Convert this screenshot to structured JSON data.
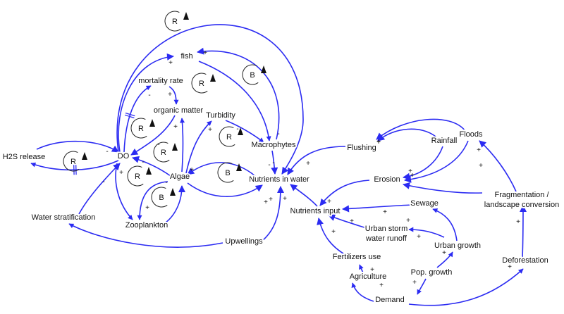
{
  "diagram": {
    "type": "causal-loop-diagram",
    "colors": {
      "edge": "#2b2bf2",
      "text": "#111111",
      "loop_marker": "#222222",
      "background": "#ffffff"
    },
    "nodes": [
      {
        "id": "h2s",
        "label": "H2S release"
      },
      {
        "id": "do",
        "label": "DO"
      },
      {
        "id": "fish",
        "label": "fish"
      },
      {
        "id": "mortality",
        "label": "mortality rate"
      },
      {
        "id": "organic",
        "label": "organic matter"
      },
      {
        "id": "turbidity",
        "label": "Turbidity"
      },
      {
        "id": "macrophytes",
        "label": "Macrophytes"
      },
      {
        "id": "algae",
        "label": "Algae"
      },
      {
        "id": "zooplankton",
        "label": "Zooplankton"
      },
      {
        "id": "stratification",
        "label": "Water stratification"
      },
      {
        "id": "upwellings",
        "label": "Upwellings"
      },
      {
        "id": "nutrients_water",
        "label": "Nutrients in water"
      },
      {
        "id": "nutrients_input",
        "label": "Nutrients input"
      },
      {
        "id": "flushing",
        "label": "Flushing"
      },
      {
        "id": "rainfall",
        "label": "Rainfall"
      },
      {
        "id": "floods",
        "label": "Floods"
      },
      {
        "id": "erosion",
        "label": "Erosion"
      },
      {
        "id": "fragmentation",
        "label": "Fragmentation /",
        "label2": "landscape conversion"
      },
      {
        "id": "sewage",
        "label": "Sewage"
      },
      {
        "id": "stormwater",
        "label": "Urban storm",
        "label2": "water runoff"
      },
      {
        "id": "urban_growth",
        "label": "Urban growth"
      },
      {
        "id": "fertilizers",
        "label": "Fertilizers use"
      },
      {
        "id": "agriculture",
        "label": "Agriculture"
      },
      {
        "id": "pop_growth",
        "label": "Pop. growth"
      },
      {
        "id": "deforestation",
        "label": "Deforestation"
      },
      {
        "id": "demand",
        "label": "Demand"
      }
    ],
    "edges": [
      {
        "from": "h2s",
        "to": "do",
        "polarity": "-"
      },
      {
        "from": "do",
        "to": "h2s",
        "polarity": "-",
        "delay": true
      },
      {
        "from": "do",
        "to": "fish",
        "polarity": "+"
      },
      {
        "from": "do",
        "to": "mortality",
        "polarity": "-",
        "delay": true
      },
      {
        "from": "mortality",
        "to": "organic",
        "polarity": "+"
      },
      {
        "from": "organic",
        "to": "do",
        "polarity": "-"
      },
      {
        "from": "do",
        "to": "zooplankton",
        "polarity": "+"
      },
      {
        "from": "algae",
        "to": "do",
        "polarity": "-"
      },
      {
        "from": "algae",
        "to": "zooplankton",
        "polarity": "+"
      },
      {
        "from": "zooplankton",
        "to": "algae",
        "polarity": "-"
      },
      {
        "from": "algae",
        "to": "organic",
        "polarity": "+"
      },
      {
        "from": "algae",
        "to": "turbidity",
        "polarity": "+"
      },
      {
        "from": "turbidity",
        "to": "macrophytes",
        "polarity": "-"
      },
      {
        "from": "fish",
        "to": "macrophytes",
        "polarity": "-"
      },
      {
        "from": "macrophytes",
        "to": "fish",
        "polarity": "+"
      },
      {
        "from": "macrophytes",
        "to": "nutrients_water",
        "polarity": "-"
      },
      {
        "from": "do",
        "to": "nutrients_water",
        "polarity": "-"
      },
      {
        "from": "nutrients_water",
        "to": "algae",
        "polarity": "+"
      },
      {
        "from": "algae",
        "to": "nutrients_water",
        "polarity": "+"
      },
      {
        "from": "upwellings",
        "to": "nutrients_water",
        "polarity": "+"
      },
      {
        "from": "upwellings",
        "to": "stratification",
        "polarity": "-"
      },
      {
        "from": "stratification",
        "to": "do",
        "polarity": "-"
      },
      {
        "from": "flushing",
        "to": "nutrients_water",
        "polarity": "+"
      },
      {
        "from": "nutrients_input",
        "to": "nutrients_water",
        "polarity": "+"
      },
      {
        "from": "rainfall",
        "to": "flushing",
        "polarity": "+"
      },
      {
        "from": "floods",
        "to": "flushing",
        "polarity": "+"
      },
      {
        "from": "rainfall",
        "to": "erosion",
        "polarity": "+"
      },
      {
        "from": "floods",
        "to": "erosion",
        "polarity": "+"
      },
      {
        "from": "fragmentation",
        "to": "erosion",
        "polarity": "+"
      },
      {
        "from": "fragmentation",
        "to": "floods",
        "polarity": "+"
      },
      {
        "from": "erosion",
        "to": "nutrients_input",
        "polarity": "+"
      },
      {
        "from": "sewage",
        "to": "nutrients_input",
        "polarity": "+"
      },
      {
        "from": "stormwater",
        "to": "nutrients_input",
        "polarity": "+"
      },
      {
        "from": "fertilizers",
        "to": "nutrients_input",
        "polarity": "+"
      },
      {
        "from": "urban_growth",
        "to": "sewage",
        "polarity": "+"
      },
      {
        "from": "urban_growth",
        "to": "stormwater",
        "polarity": "+"
      },
      {
        "from": "pop_growth",
        "to": "urban_growth",
        "polarity": "+"
      },
      {
        "from": "pop_growth",
        "to": "demand",
        "polarity": "+"
      },
      {
        "from": "agriculture",
        "to": "fertilizers",
        "polarity": "+"
      },
      {
        "from": "demand",
        "to": "agriculture",
        "polarity": "+"
      },
      {
        "from": "demand",
        "to": "deforestation",
        "polarity": "+"
      },
      {
        "from": "deforestation",
        "to": "fragmentation",
        "polarity": "+"
      }
    ],
    "loops": [
      {
        "type": "R",
        "near": "fish-top"
      },
      {
        "type": "B",
        "near": "fish-macrophytes"
      },
      {
        "type": "R",
        "near": "mortality-organic"
      },
      {
        "type": "R",
        "near": "do-mortality"
      },
      {
        "type": "R",
        "near": "do-organic-algae"
      },
      {
        "type": "R",
        "near": "h2s-do"
      },
      {
        "type": "R",
        "near": "do-algae-zooplankton"
      },
      {
        "type": "B",
        "near": "algae-zooplankton"
      },
      {
        "type": "R",
        "near": "turbidity"
      },
      {
        "type": "B",
        "near": "algae-nutrients"
      }
    ]
  }
}
